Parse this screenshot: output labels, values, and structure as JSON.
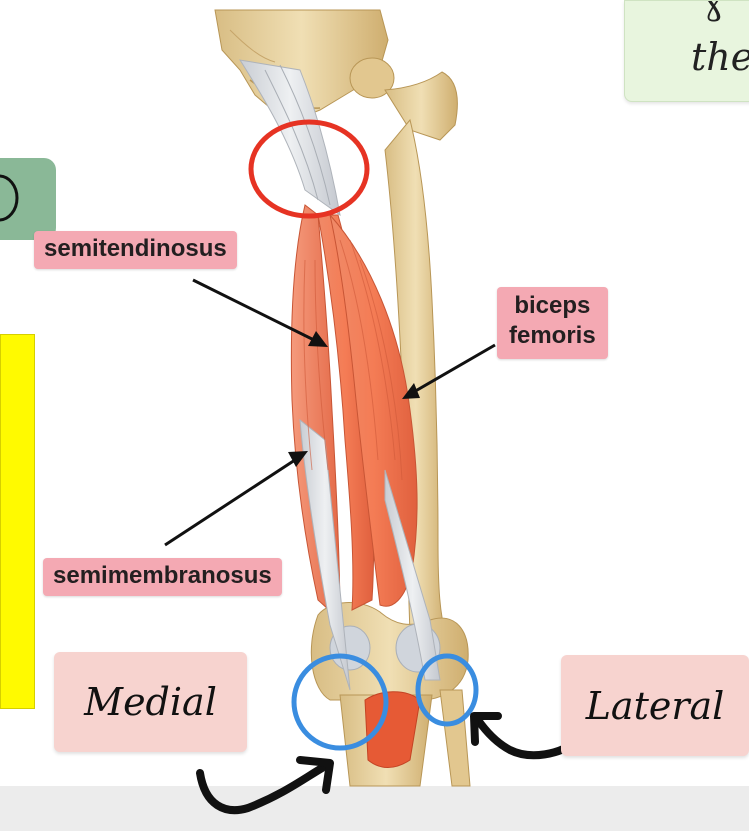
{
  "labels": {
    "semitendinosus": "semitendinosus",
    "biceps_line1": "biceps",
    "biceps_line2": "femoris",
    "semimembranosus": "semimembranosus"
  },
  "notes": {
    "medial": "Medial",
    "lateral": "Lateral",
    "top_right_partial": "the"
  },
  "colors": {
    "label_chip": "#f4a9b3",
    "note_card": "#f7d3cf",
    "origin_circle": "#e63323",
    "insertion_circle": "#3a8de0",
    "arrow": "#111111",
    "muscle": "#ef7a56",
    "bone": "#e8d3a1",
    "tendon": "#d9dde2",
    "yellow_panel": "#fffa00",
    "teal_panel": "#8ab897",
    "green_panel": "#e8f5de"
  },
  "icons": {
    "origin_marker": "red-circle",
    "insertion_markers": "blue-circle",
    "pointers": "black-arrow"
  }
}
